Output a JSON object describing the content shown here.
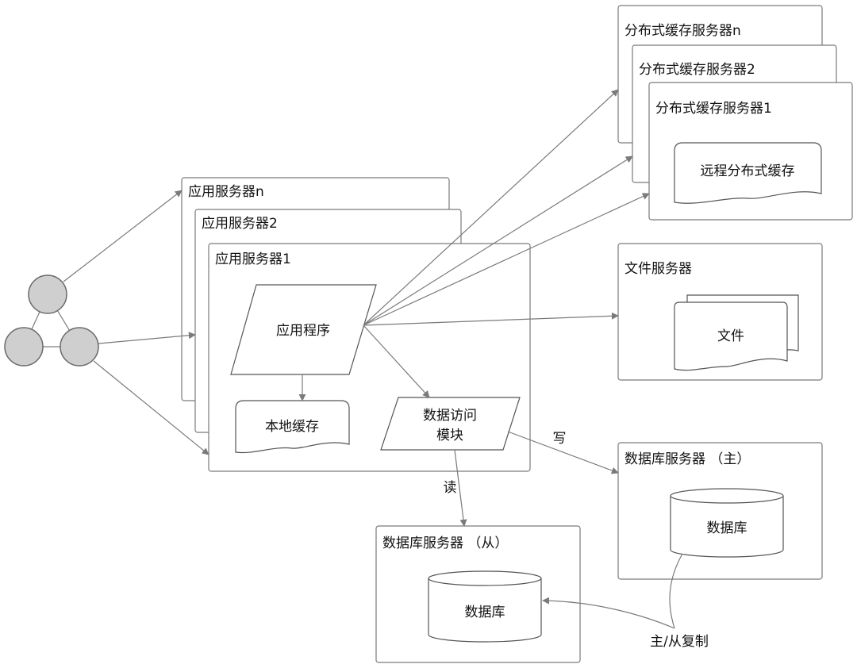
{
  "app_servers": {
    "n": "应用服务器n",
    "two": "应用服务器2",
    "one": "应用服务器1",
    "app_program": "应用程序",
    "local_cache": "本地缓存",
    "data_access_line1": "数据访问",
    "data_access_line2": "模块"
  },
  "cache_servers": {
    "n": "分布式缓存服务器n",
    "two": "分布式缓存服务器2",
    "one": "分布式缓存服务器1",
    "remote_cache": "远程分布式缓存"
  },
  "file_server": {
    "title": "文件服务器",
    "file": "文件"
  },
  "db_master": {
    "title": "数据库服务器  （主）",
    "db": "数据库"
  },
  "db_slave": {
    "title": "数据库服务器  （从）",
    "db": "数据库"
  },
  "edges": {
    "write": "写",
    "read": "读",
    "replication": "主/从复制"
  }
}
